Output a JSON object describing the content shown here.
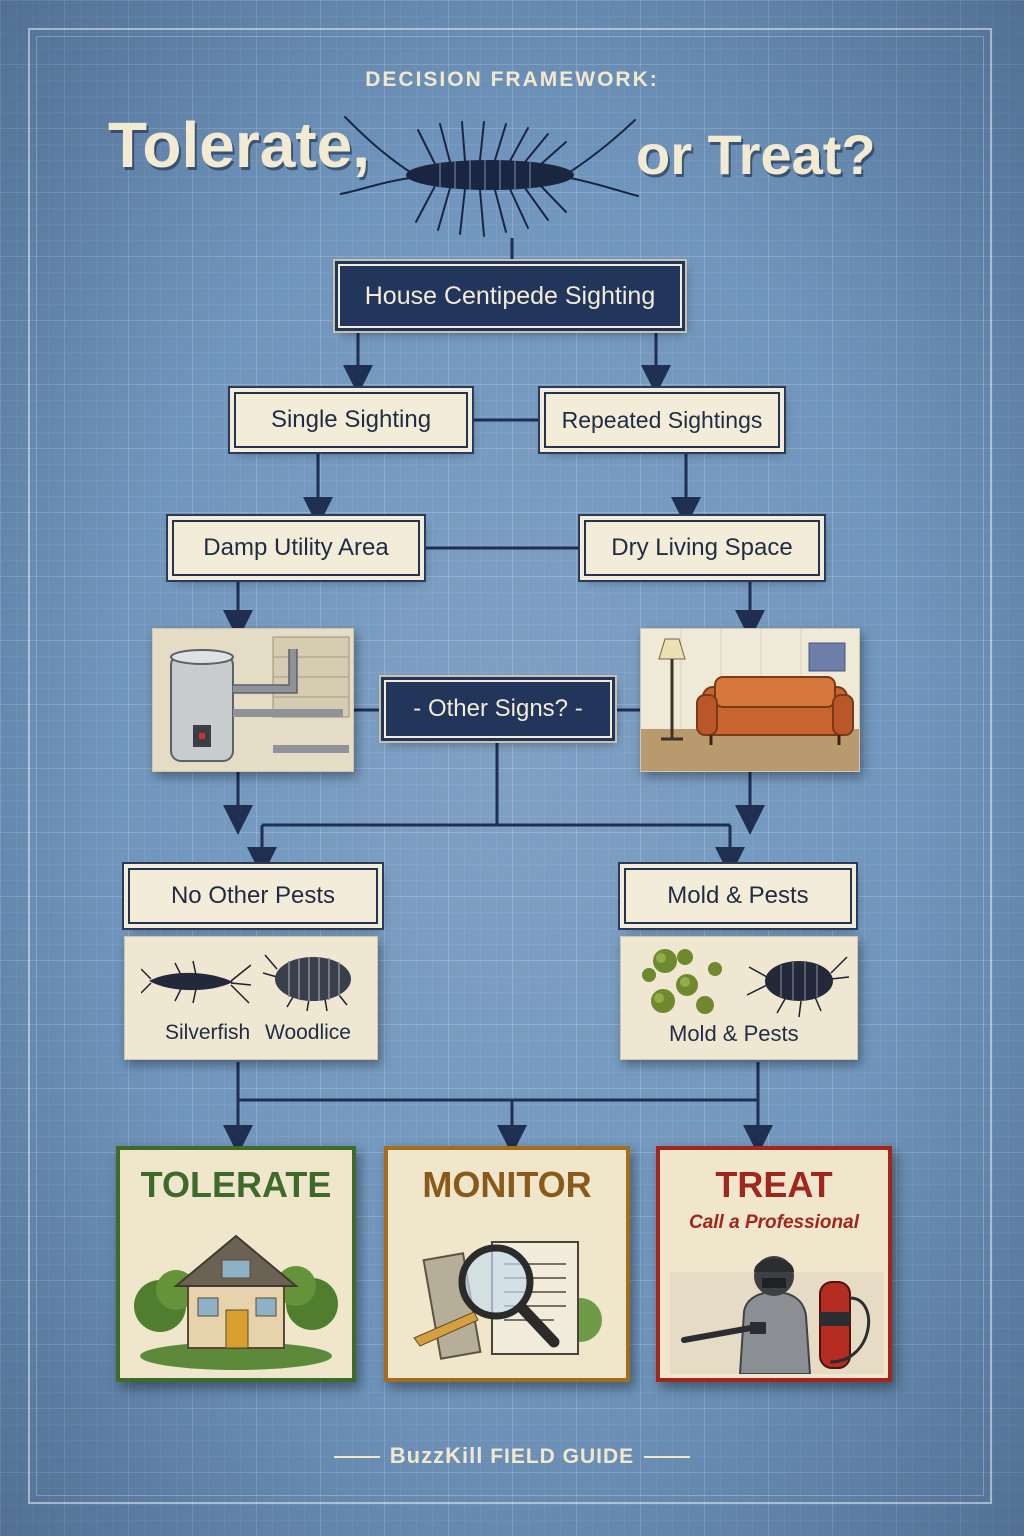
{
  "header": {
    "subtitle": "DECISION FRAMEWORK:",
    "title_left": "Tolerate,",
    "title_right": "or Treat?"
  },
  "nodes": {
    "root": "House Centipede Sighting",
    "single": "Single Sighting",
    "repeated": "Repeated Sightings",
    "damp": "Damp Utility Area",
    "dry": "Dry Living Space",
    "other_signs": "- Other Signs? -",
    "no_pests": "No Other Pests",
    "mold_pests": "Mold & Pests"
  },
  "panels": {
    "silverfish": "Silverfish",
    "woodlice": "Woodlice",
    "mold_pests_label": "Mold & Pests"
  },
  "outcomes": {
    "tolerate": "TOLERATE",
    "monitor": "MONITOR",
    "treat": "TREAT",
    "treat_sub": "Call a Professional"
  },
  "footer": {
    "brand": "BuzzKill",
    "rest": "FIELD GUIDE"
  },
  "colors": {
    "tolerate": "#3f6b2a",
    "monitor": "#8a5a1a",
    "treat": "#a1261d",
    "navy": "#22355a"
  }
}
